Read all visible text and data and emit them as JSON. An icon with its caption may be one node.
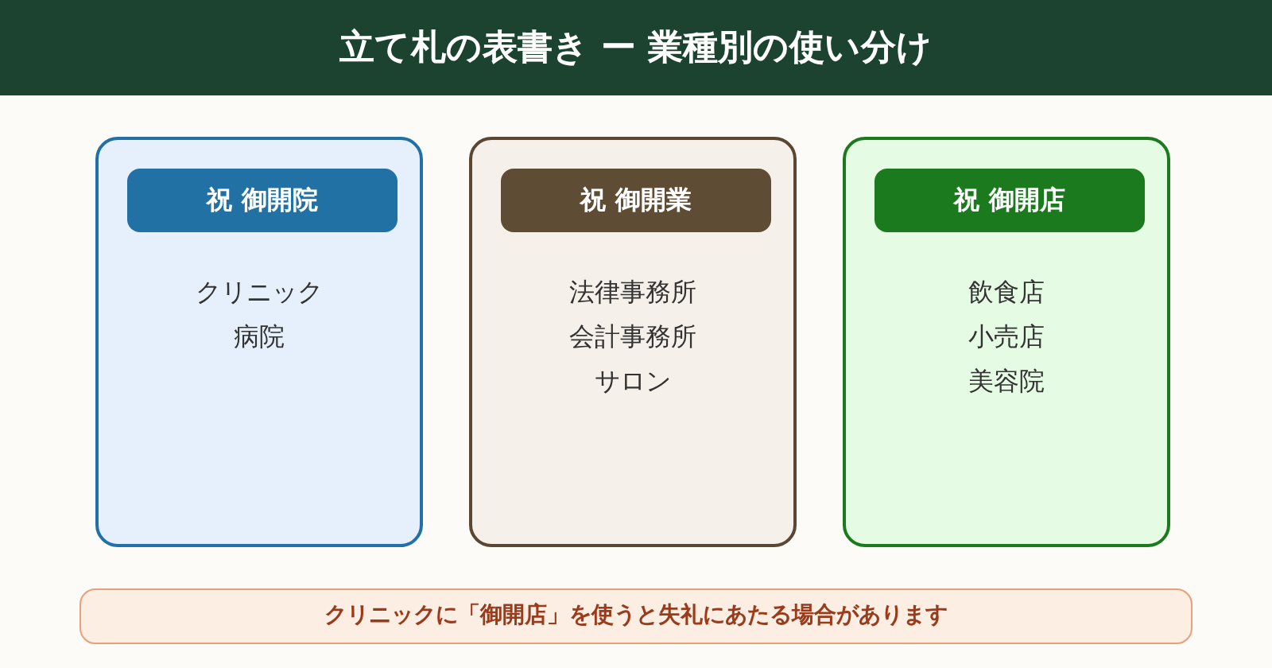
{
  "diagram": {
    "title": "立て札の表書き ー 業種別の使い分け",
    "nodes": [
      {
        "text": [
          "クリニック",
          "病院"
        ]
      },
      {
        "text": [
          "祝 御開院"
        ],
        "in": 0
      },
      {
        "text": [
          "法律事務所",
          "会計事務所",
          "サロン"
        ]
      },
      {
        "text": [
          "祝 御開業"
        ],
        "in": 2
      },
      {
        "text": [
          "飲食店",
          "小売店",
          "美容院"
        ]
      },
      {
        "text": [
          "祝 御開店"
        ],
        "in": 4
      },
      {
        "text": [
          "クリニックに「御開店」を使うと失礼にあたる場合があります"
        ]
      }
    ],
    "edges": []
  }
}
